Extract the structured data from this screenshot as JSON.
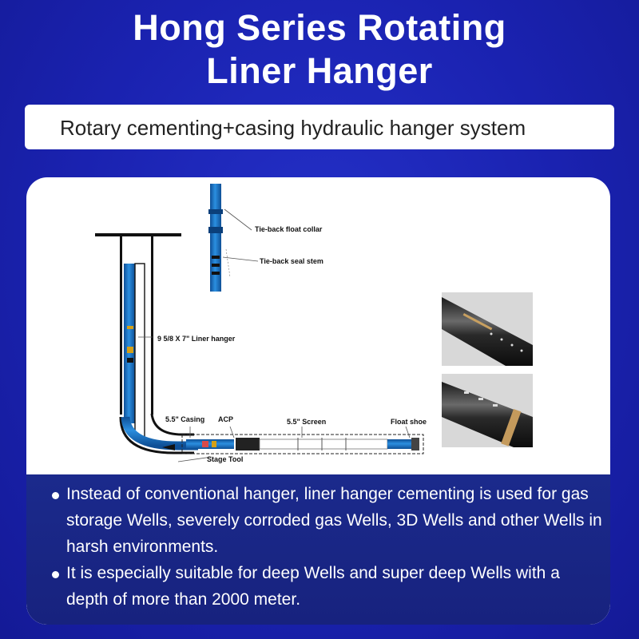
{
  "header": {
    "title_line1": "Hong Series Rotating",
    "title_line2": "Liner Hanger",
    "subtitle": "Rotary cementing+casing hydraulic hanger system"
  },
  "diagram": {
    "labels": {
      "tieback_float_collar": "Tie-back float collar",
      "tieback_seal_stem": "Tie-back seal stem",
      "liner_hanger": "9 5/8 X 7\"  Liner hanger",
      "casing": "5.5\" Casing",
      "acp": "ACP",
      "screen": "5.5\" Screen",
      "float_shoe": "Float shoe",
      "stage_tool": "Stage Tool"
    }
  },
  "bullets": [
    {
      "text": "Instead of conventional hanger, liner hanger cementing is used for gas storage Wells, severely corroded gas Wells, 3D Wells and other Wells in harsh environments."
    },
    {
      "text": "It is especially suitable for deep Wells and super deep Wells with a depth of more than 2000 meter."
    }
  ],
  "colors": {
    "background": "#1a22b0",
    "tool_blue": "#1e78c8",
    "bullet_panel": "#1b2a8c"
  }
}
